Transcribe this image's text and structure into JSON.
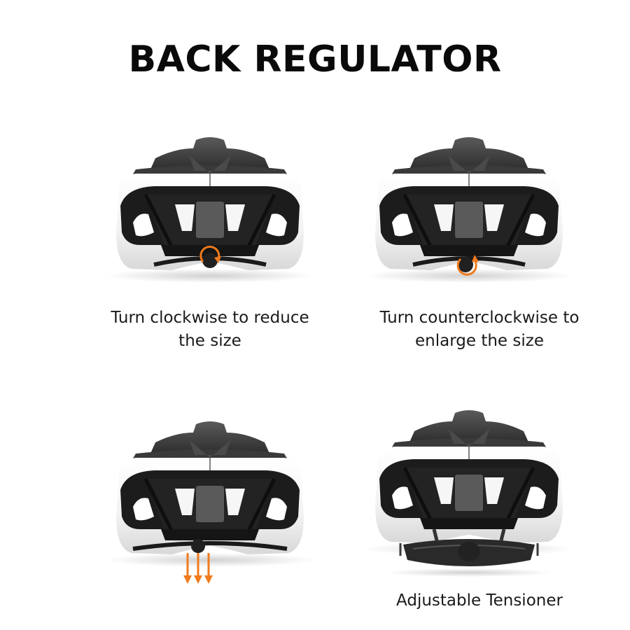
{
  "title": "BACK REGULATOR",
  "colors": {
    "shell_white": "#f4f4f4",
    "shell_dark": "#2a2a2a",
    "padding": "#1c1c1c",
    "accent_orange": "#f07a1c",
    "text": "#111111"
  },
  "panels": [
    {
      "id": "top-left",
      "caption_line1": "Turn clockwise to reduce",
      "caption_line2": "the size",
      "indicator": "clockwise-arrow-icon"
    },
    {
      "id": "top-right",
      "caption_line1": "Turn counterclockwise to",
      "caption_line2": "enlarge the size",
      "indicator": "counterclockwise-arrow-icon"
    },
    {
      "id": "bottom-left",
      "caption_line1": "",
      "caption_line2": "",
      "indicator": "down-arrows-icon"
    },
    {
      "id": "bottom-right",
      "caption_line1": "Adjustable Tensioner",
      "caption_line2": "",
      "indicator": "tensioner-cradle"
    }
  ]
}
